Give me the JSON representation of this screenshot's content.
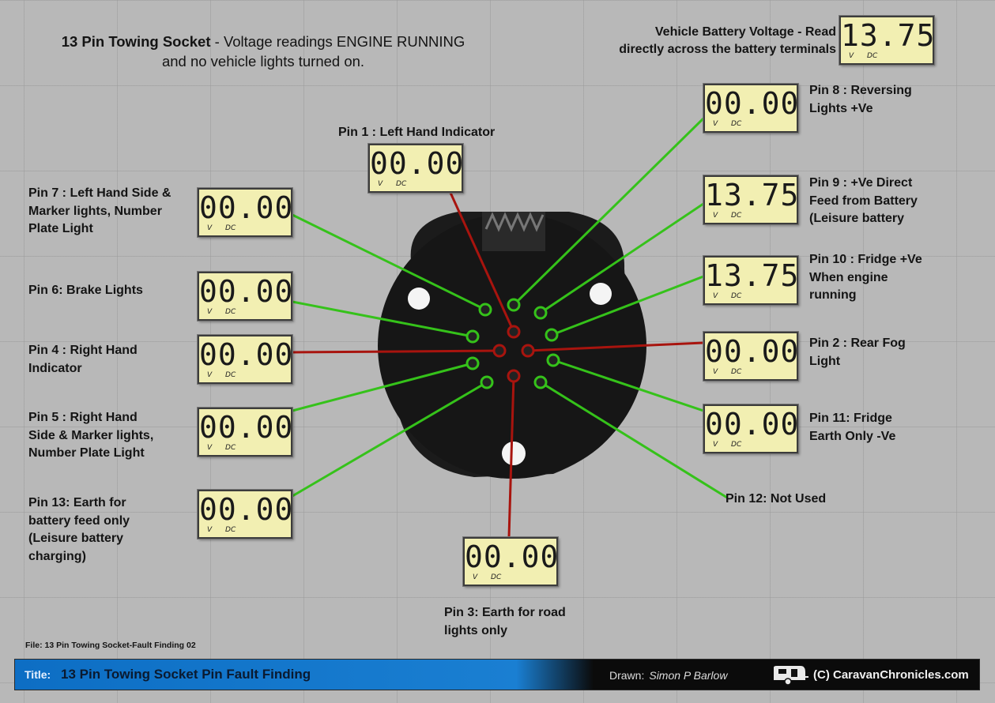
{
  "header": {
    "title_bold": "13 Pin Towing Socket",
    "title_rest_line1": " - Voltage readings ENGINE RUNNING",
    "title_line2": "and no vehicle lights turned on."
  },
  "battery": {
    "caption_line1": "Vehicle Battery Voltage - Read",
    "caption_line2": "directly across the battery terminals",
    "reading": "13.75",
    "unit": "V DC"
  },
  "pins": [
    {
      "id": "pin-1",
      "label_lines": [
        "Pin 1 : Left Hand Indicator"
      ],
      "reading": "00.00",
      "wire": "red"
    },
    {
      "id": "pin-7",
      "label_lines": [
        "Pin 7 : Left Hand Side &",
        "Marker lights, Number",
        "Plate Light"
      ],
      "reading": "00.00",
      "wire": "green"
    },
    {
      "id": "pin-6",
      "label_lines": [
        "Pin 6: Brake Lights"
      ],
      "reading": "00.00",
      "wire": "green"
    },
    {
      "id": "pin-4",
      "label_lines": [
        "Pin 4 : Right Hand",
        "Indicator"
      ],
      "reading": "00.00",
      "wire": "red"
    },
    {
      "id": "pin-5",
      "label_lines": [
        "Pin 5 : Right Hand",
        "Side & Marker lights,",
        "Number Plate Light"
      ],
      "reading": "00.00",
      "wire": "green"
    },
    {
      "id": "pin-13",
      "label_lines": [
        "Pin 13: Earth for",
        "battery feed only",
        "(Leisure battery",
        "charging)"
      ],
      "reading": "00.00",
      "wire": "green"
    },
    {
      "id": "pin-3",
      "label_lines": [
        "Pin 3: Earth for road",
        "lights only"
      ],
      "reading": "00.00",
      "wire": "red"
    },
    {
      "id": "pin-8",
      "label_lines": [
        "Pin 8 : Reversing",
        "Lights +Ve"
      ],
      "reading": "00.00",
      "wire": "green"
    },
    {
      "id": "pin-9",
      "label_lines": [
        "Pin 9 : +Ve Direct",
        "Feed from Battery",
        "(Leisure battery"
      ],
      "reading": "13.75",
      "wire": "green"
    },
    {
      "id": "pin-10",
      "label_lines": [
        "Pin 10 : Fridge +Ve",
        "When engine",
        "running"
      ],
      "reading": "13.75",
      "wire": "green"
    },
    {
      "id": "pin-2",
      "label_lines": [
        "Pin 2 : Rear Fog",
        "Light"
      ],
      "reading": "00.00",
      "wire": "red"
    },
    {
      "id": "pin-11",
      "label_lines": [
        "Pin 11: Fridge",
        "Earth Only -Ve"
      ],
      "reading": "00.00",
      "wire": "green"
    },
    {
      "id": "pin-12",
      "label_lines": [
        "Pin 12: Not Used"
      ],
      "reading": null,
      "wire": "green"
    }
  ],
  "meter_unit": "V DC",
  "footer": {
    "file_note": "File: 13 Pin Towing Socket-Fault Finding 02",
    "title_label": "Title:",
    "title_value": "13 Pin Towing Socket Pin Fault Finding",
    "drawn_label": "Drawn:",
    "drawn_name": "Simon P Barlow",
    "credit": "(C) CaravanChronicles.com"
  },
  "colors": {
    "wire_green": "#35c21a",
    "wire_red": "#a8140e",
    "meter_face": "#f2efb2",
    "title_bar_blue": "#1a7fd2"
  },
  "icons": [
    "caravan-icon"
  ]
}
